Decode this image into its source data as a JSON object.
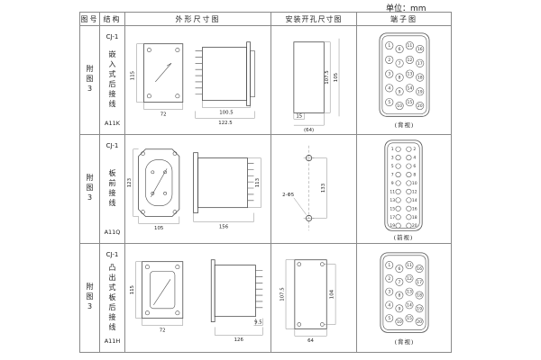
{
  "unit_label": "单位：mm",
  "headers": {
    "figure": "图号",
    "structure": "结构",
    "outline": "外形尺寸图",
    "install": "安装开孔尺寸图",
    "terminal": "端子图"
  },
  "rows": [
    {
      "figure": "附图3",
      "model": "CJ-1",
      "structure": "嵌入式后接线",
      "code": "A11K",
      "outline": {
        "height": "115",
        "width": "72",
        "body_depth": "100.5",
        "total_depth": "122.5"
      },
      "install": {
        "v1": "107.5",
        "v2": "105",
        "h1": "15",
        "h2": "(64)"
      },
      "terminal": {
        "view_label": "(背视)"
      }
    },
    {
      "figure": "附图3",
      "model": "CJ-1",
      "structure": "板前接线",
      "code": "A11Q",
      "outline": {
        "height": "123",
        "width": "105",
        "depth": "156",
        "side_height": "113"
      },
      "install": {
        "hole_label": "2-Φ5",
        "v": "133"
      },
      "terminal": {
        "view_label": "(前视)"
      }
    },
    {
      "figure": "附图3",
      "model": "CJ-1",
      "structure": "凸出式板后接线",
      "code": "A11H",
      "outline": {
        "height": "115",
        "width": "72",
        "flange": "9.5",
        "depth": "126"
      },
      "install": {
        "v1": "107.5",
        "v2": "104",
        "h": "64"
      },
      "terminal": {
        "view_label": "(背视)"
      }
    }
  ],
  "terminals": {
    "rear_grid": [
      [
        1,
        6,
        11,
        16
      ],
      [
        2,
        7,
        12,
        17
      ],
      [
        3,
        8,
        13,
        18
      ],
      [
        4,
        9,
        14,
        19
      ],
      [
        5,
        10,
        15,
        20
      ]
    ],
    "front_pairs": [
      [
        1,
        2
      ],
      [
        3,
        4
      ],
      [
        5,
        6
      ],
      [
        7,
        8
      ],
      [
        9,
        10
      ],
      [
        11,
        12
      ],
      [
        13,
        14
      ],
      [
        15,
        16
      ],
      [
        17,
        18
      ],
      [
        19,
        20
      ]
    ]
  }
}
